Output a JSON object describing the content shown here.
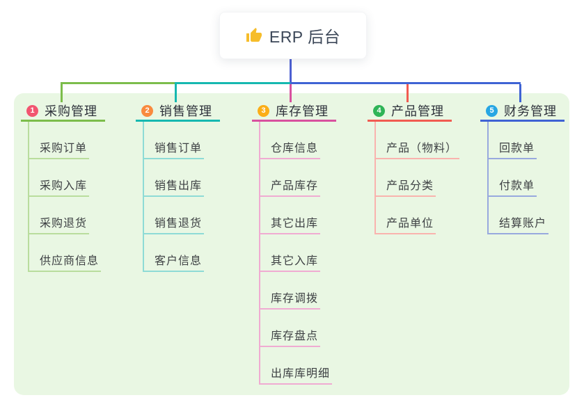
{
  "root": {
    "label": "ERP 后台",
    "icon": "thumbs-up-icon"
  },
  "branches": [
    {
      "index": "1",
      "label": "采购管理",
      "circle_color": "#f25570",
      "line_color": "#7cbd4b",
      "child_line_color": "#b9dd9d",
      "children": [
        "采购订单",
        "采购入库",
        "采购退货",
        "供应商信息"
      ]
    },
    {
      "index": "2",
      "label": "销售管理",
      "circle_color": "#f98a3e",
      "line_color": "#16b8b0",
      "child_line_color": "#8edbd6",
      "children": [
        "销售订单",
        "销售出库",
        "销售退货",
        "客户信息"
      ]
    },
    {
      "index": "3",
      "label": "库存管理",
      "circle_color": "#fbae17",
      "line_color": "#d8519f",
      "child_line_color": "#f0abd2",
      "children": [
        "仓库信息",
        "产品库存",
        "其它出库",
        "其它入库",
        "库存调拨",
        "库存盘点",
        "出库库明细"
      ]
    },
    {
      "index": "4",
      "label": "产品管理",
      "circle_color": "#2fb457",
      "line_color": "#f15b51",
      "child_line_color": "#f9b3ae",
      "children": [
        "产品（物料）",
        "产品分类",
        "产品单位"
      ]
    },
    {
      "index": "5",
      "label": "财务管理",
      "circle_color": "#27a6e3",
      "line_color": "#3f63d4",
      "child_line_color": "#98a9de",
      "children": [
        "回款单",
        "付款单",
        "结算账户"
      ]
    }
  ],
  "colors": {
    "trunk": "#4c5fd2",
    "panel_background": "#e9f7e3",
    "canvas_background": "#ffffff",
    "icon_color": "#f6bd2b"
  }
}
